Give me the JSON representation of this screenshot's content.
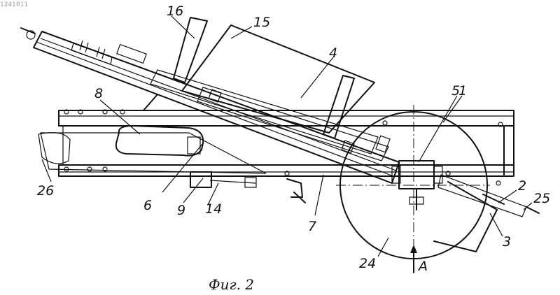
{
  "corner_mark": "1241811",
  "caption": "Фиг. 2",
  "labels": {
    "l1": "1",
    "l2": "2",
    "l3": "3",
    "l4": "4",
    "l5": "5",
    "l6": "6",
    "l7": "7",
    "l8": "8",
    "l9": "9",
    "l14": "14",
    "l15": "15",
    "l16": "16",
    "l24": "24",
    "l25": "25",
    "l26": "26"
  },
  "view_letter": "A"
}
